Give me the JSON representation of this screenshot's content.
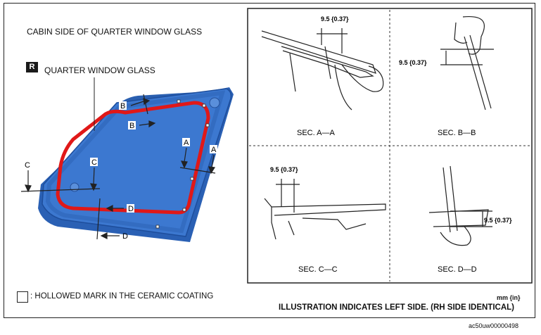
{
  "title": "CABIN SIDE OF QUARTER WINDOW GLASS",
  "badge": "R",
  "part_label": "QUARTER WINDOW GLASS",
  "callouts": {
    "a": "A",
    "b": "B",
    "c": "C",
    "d": "D"
  },
  "sections": [
    {
      "caption": "SEC. A—A",
      "dimension": "9.5 {0.37}"
    },
    {
      "caption": "SEC. B—B",
      "dimension": "9.5 {0.37}"
    },
    {
      "caption": "SEC. C—C",
      "dimension": "9.5 {0.37}"
    },
    {
      "caption": "SEC. D—D",
      "dimension": "9.5 {0.37}"
    }
  ],
  "legend": ": HOLLOWED MARK IN THE CERAMIC COATING",
  "units": "mm {in}",
  "note": "ILLUSTRATION INDICATES LEFT SIDE. (RH SIDE IDENTICAL)",
  "figure_code": "ac50uw00000498",
  "colors": {
    "glass": "#3c78d0",
    "glass_dark": "#2358a8",
    "bead": "#e02020",
    "line": "#222222"
  }
}
